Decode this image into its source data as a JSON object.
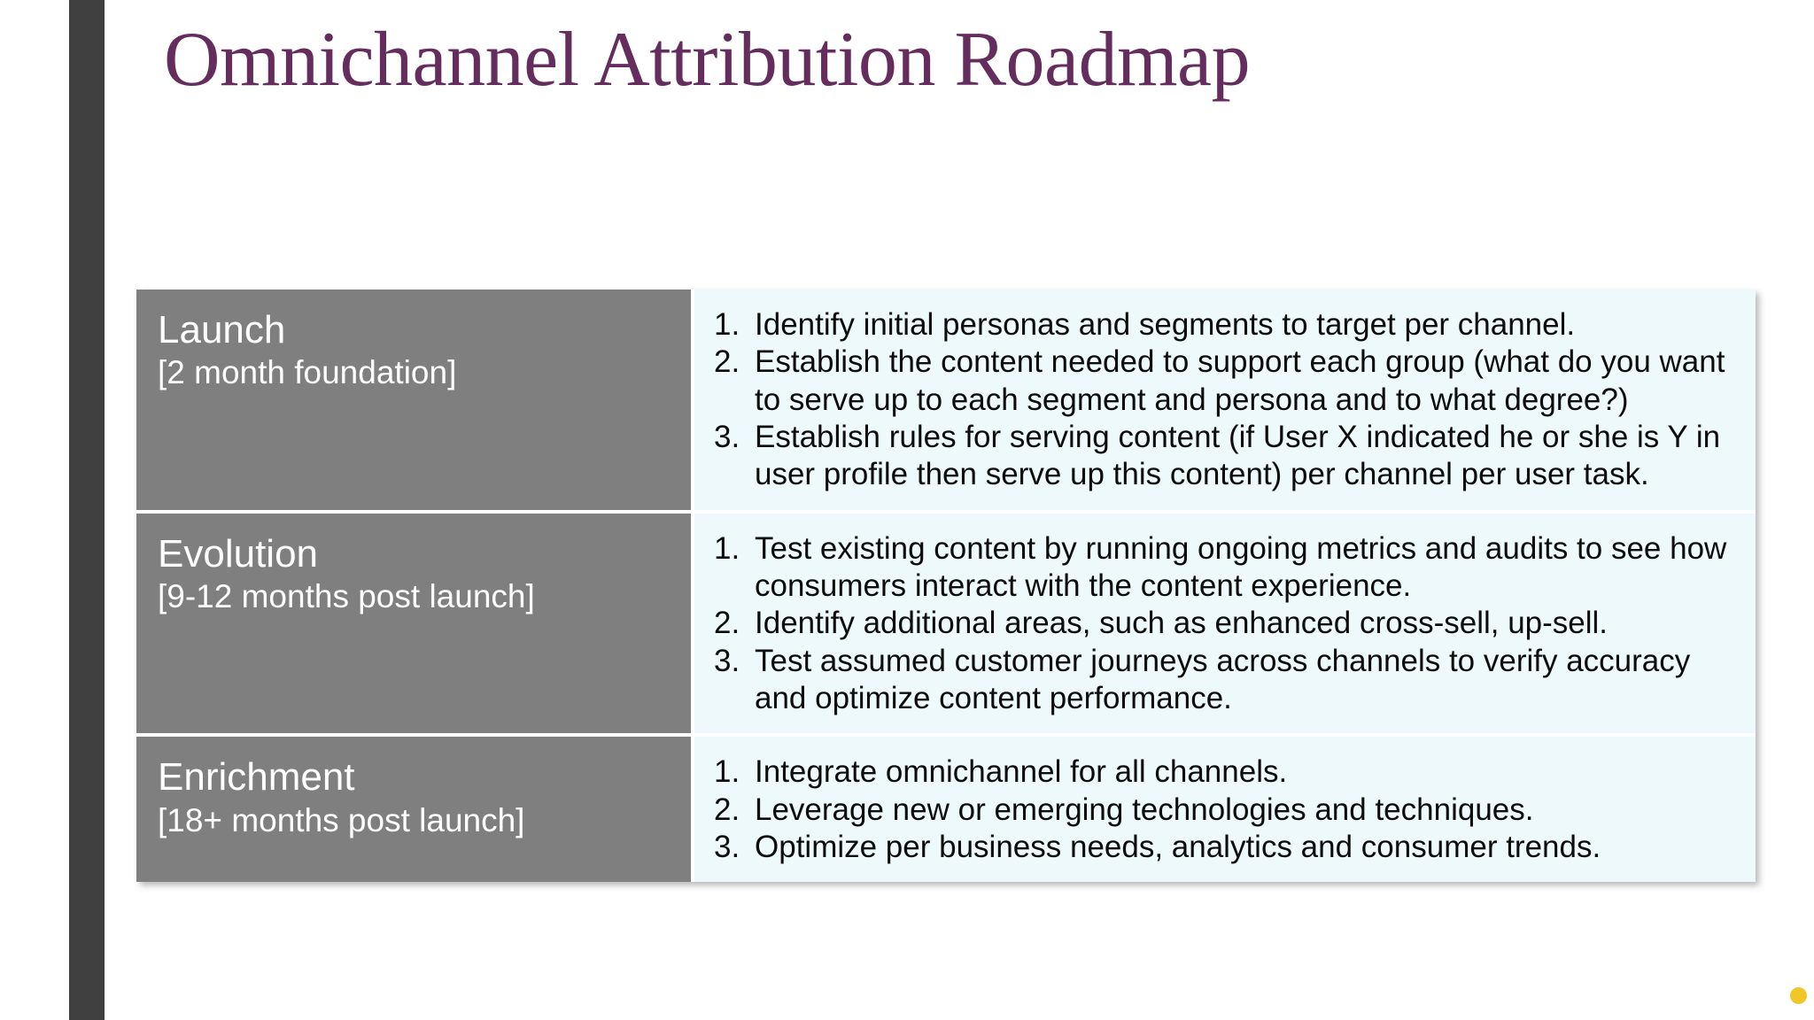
{
  "slide": {
    "title": "Omnichannel Attribution Roadmap",
    "title_color": "#642D5E",
    "accent_bar_color": "#404040",
    "phase_cell_color": "#7F7F7F",
    "detail_cell_color": "#EDF9FA",
    "corner_dot_color": "#F0C629"
  },
  "table": {
    "rows": [
      {
        "phase": "Launch",
        "period": "[2 month foundation]",
        "items": [
          {
            "num": "1.",
            "text": "Identify initial personas and segments to target per channel."
          },
          {
            "num": "2.",
            "text": "Establish the content needed to support each group (what do you want to serve up to each segment and persona and to what degree?)"
          },
          {
            "num": "3.",
            "text": "Establish rules for serving content (if User X indicated he or she is Y in user profile then serve up this content) per channel per user task."
          }
        ]
      },
      {
        "phase": "Evolution",
        "period": "[9-12 months post launch]",
        "items": [
          {
            "num": "1.",
            "text": "Test existing content by running ongoing metrics and audits to see how consumers interact with the content experience."
          },
          {
            "num": "2.",
            "text": "Identify additional areas, such as enhanced cross-sell, up-sell."
          },
          {
            "num": "3.",
            "text": "Test assumed customer journeys across channels to verify accuracy and optimize content performance."
          }
        ]
      },
      {
        "phase": "Enrichment",
        "period": "[18+ months post launch]",
        "items": [
          {
            "num": "1.",
            "text": "Integrate omnichannel for all channels."
          },
          {
            "num": "2.",
            "text": "Leverage new or emerging technologies and techniques."
          },
          {
            "num": "3.",
            "text": "Optimize per business needs, analytics and consumer trends."
          }
        ]
      }
    ]
  }
}
